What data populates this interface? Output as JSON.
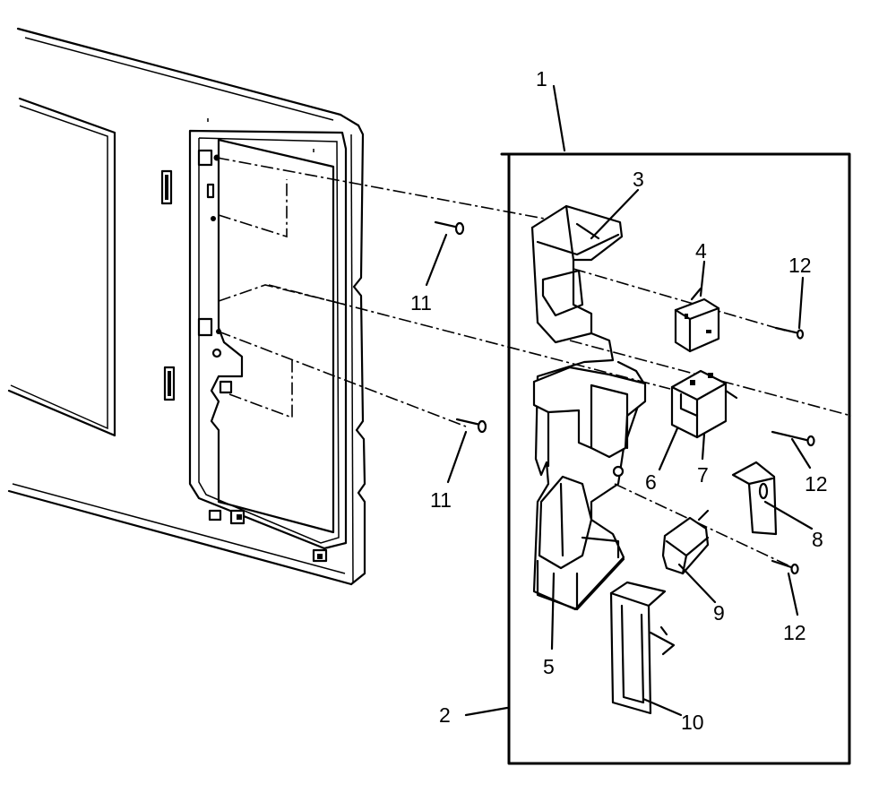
{
  "callouts": [
    {
      "id": "c1",
      "label": "1"
    },
    {
      "id": "c2",
      "label": "2"
    },
    {
      "id": "c3",
      "label": "3"
    },
    {
      "id": "c4",
      "label": "4"
    },
    {
      "id": "c5",
      "label": "5"
    },
    {
      "id": "c6",
      "label": "6"
    },
    {
      "id": "c7",
      "label": "7"
    },
    {
      "id": "c8",
      "label": "8"
    },
    {
      "id": "c9",
      "label": "9"
    },
    {
      "id": "c10",
      "label": "10"
    },
    {
      "id": "c11a",
      "label": "11"
    },
    {
      "id": "c11b",
      "label": "11"
    },
    {
      "id": "c12a",
      "label": "12"
    },
    {
      "id": "c12b",
      "label": "12"
    },
    {
      "id": "c12c",
      "label": "12"
    }
  ]
}
